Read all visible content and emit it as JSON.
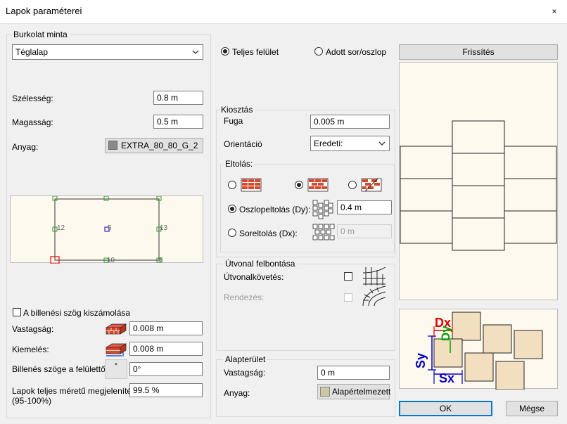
{
  "window": {
    "title": "Lapok paraméterei",
    "close_glyph": "×"
  },
  "burkolat": {
    "group_label": "Burkolat minta",
    "pattern_value": "Téglalap",
    "width_label": "Szélesség:",
    "width_value": "0.8 m",
    "height_label": "Magasság:",
    "height_value": "0.5 m",
    "material_label": "Anyag:",
    "material_value": "EXTRA_80_80_G_2"
  },
  "preview_small": {
    "label_12": "12",
    "label_5": "5",
    "label_13": "13",
    "label_10": "10",
    "label_8": "8"
  },
  "tilt": {
    "checkbox_label": "A billenési szög kiszámolása",
    "thickness_label": "Vastagság:",
    "thickness_value": "0.008 m",
    "emphasis_label": "Kiemelés:",
    "emphasis_value": "0.008 m",
    "angle_label": "Billenés szöge a felülettől",
    "angle_value": "0°",
    "angle_icon_glyph": "°",
    "display_label_line1": "Lapok teljes méretű megjelenítése",
    "display_label_line2": "(95-100%)",
    "display_value": "99.5 %"
  },
  "scope": {
    "full_surface_label": "Teljes felület",
    "row_col_label": "Adott sor/oszlop"
  },
  "kiosztas": {
    "group_label": "Kiosztás",
    "fuga_label": "Fuga",
    "fuga_value": "0.005 m",
    "orient_label": "Orientáció",
    "orient_value": "Eredeti:"
  },
  "eltolas": {
    "group_label": "Eltolás:",
    "col_offset_label": "Oszlopeltolás (Dy):",
    "col_offset_value": "0.4 m",
    "row_offset_label": "Soreltolás (Dx):",
    "row_offset_value": "0 m"
  },
  "utvonal": {
    "group_label": "Útvonal felbontása",
    "follow_label": "Útvonalkövetés:",
    "arrange_label": "Rendezés:"
  },
  "alap": {
    "group_label": "Alapterület",
    "thickness_label": "Vastagság:",
    "thickness_value": "0 m",
    "material_label": "Anyag:",
    "material_value": "Alapértelmezett"
  },
  "right": {
    "refresh_label": "Frissítés",
    "dx_label": "Dx",
    "dy_label": "Dy",
    "sx_label": "Sx",
    "sy_label": "Sy",
    "ok_label": "OK",
    "cancel_label": "Mégse"
  },
  "colors": {
    "brick": "#d9472b",
    "cream": "#fdf9ee",
    "diag_red": "#e00000",
    "diag_blue": "#0000cc",
    "diag_green": "#00a000"
  }
}
